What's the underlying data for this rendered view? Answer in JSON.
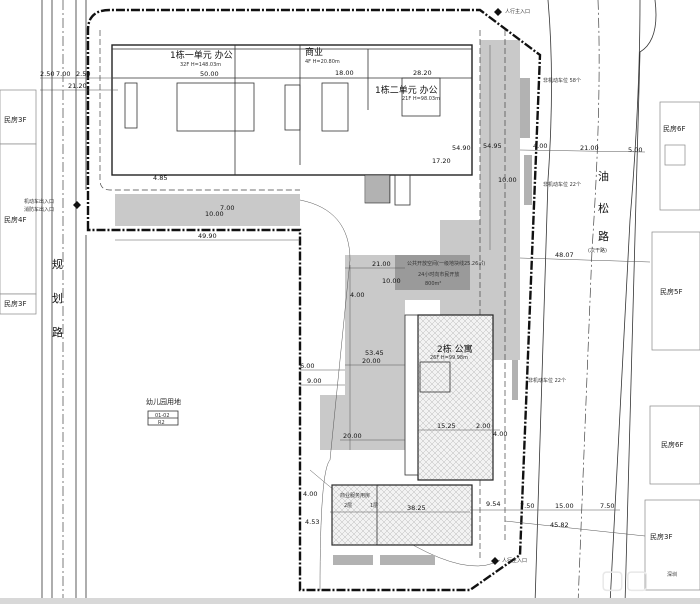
{
  "buildings": {
    "b1_unit1": {
      "name": "1栋一单元 办公",
      "info": "32F H=148.03m",
      "width": "50.00"
    },
    "commercial": {
      "name": "商业",
      "info": "4F H=20.80m",
      "width": "18.00"
    },
    "b1_unit2": {
      "name": "1栋二单元 办公",
      "info": "21F H=98.03m",
      "width": "28.20"
    },
    "b2": {
      "name": "2栋 公寓",
      "info": "26F H=99.98m"
    },
    "podium": {
      "label_a": "商业服务用房",
      "label_b": "2层",
      "label_c": "1层"
    }
  },
  "public_space": {
    "title": "公共开放空间(一级地块线25.26㎡)",
    "subtitle": "24小时向市民开放",
    "area": "800m²"
  },
  "kindergarten": {
    "name": "幼儿园用地",
    "code": "01-02",
    "type": "R2"
  },
  "roads": {
    "left": [
      "规",
      "划",
      "路"
    ],
    "right": [
      "油",
      "松",
      "路"
    ],
    "right_class": "(次干路)"
  },
  "residences_left": [
    "民房3F",
    "民房4F",
    "民房3F"
  ],
  "residences_right": [
    "民房6F",
    "民房5F",
    "民房6F",
    "民房3F"
  ],
  "entrances": {
    "pedestrian_top": "人行主入口",
    "pedestrian_bottom": "人行主入口",
    "vehicle": "机动车出入口",
    "fire": "消防车出入口"
  },
  "parking": {
    "bike_top": "非机动车位 58个",
    "bike_mid": "非机动车位 22个",
    "bike_low": "非机动车位 22个"
  },
  "dimensions": {
    "left_2_50a": "2.50",
    "left_7_00": "7.00",
    "left_2_50b": "2.50",
    "left_21_20": "21.20",
    "d49_90": "49.90",
    "d10_00a": "10.00",
    "d7_00": "7.00",
    "d4_85": "4.85",
    "d54_90": "54.90",
    "d17_20": "17.20",
    "d54_95": "54.95",
    "r4_00": "4.00",
    "r21_00": "21.00",
    "r5_00": "5.00",
    "r10_00": "10.00",
    "r48_07": "48.07",
    "p21_00": "21.00",
    "p10_00": "10.00",
    "p4_00": "4.00",
    "d53_45": "53.45",
    "d6_00": "6.00",
    "d9_00": "9.00",
    "d20_00a": "20.00",
    "d20_00b": "20.00",
    "d15_25": "15.25",
    "d2_00": "2.00",
    "d4_00b": "4.00",
    "d38_25": "38.25",
    "d4_00c": "4.00",
    "d4_53": "4.53",
    "d9_54": "9.54",
    "b7_50a": "7.50",
    "b15_00": "15.00",
    "b7_50b": "7.50",
    "b45_82": "45.82"
  },
  "watermark": "深圳"
}
